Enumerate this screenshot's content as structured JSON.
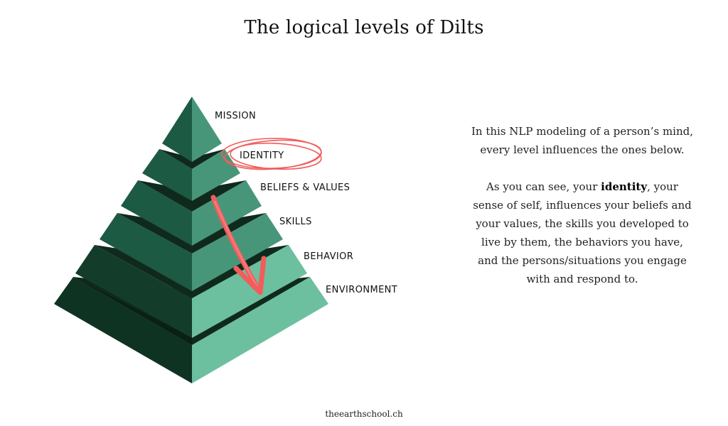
{
  "title": "The logical levels of Dilts",
  "levels": [
    {
      "label": "MISSION"
    },
    {
      "label": "IDENTITY"
    },
    {
      "label": "BELIEFS & VALUES"
    },
    {
      "label": "SKILLS"
    },
    {
      "label": "BEHAVIOR"
    },
    {
      "label": "ENVIRONMENT"
    }
  ],
  "description": {
    "paragraph1": "In this NLP modeling of a person’s mind, every level influences the ones below.",
    "paragraph2_before": "As you can see, your ",
    "paragraph2_bold": "identity",
    "paragraph2_after": ", your sense of self, influences your beliefs and your values, the skills you developed to live by them, the behaviors you have, and the persons/situations you engage with and respond to."
  },
  "footer": "theearthschool.ch",
  "colors": {
    "left_face": "#1c5a43",
    "right_face": "#48967a",
    "right_face_light": "#6cc09f",
    "band_dark": "#0f2a1d",
    "highlight": "#f25c5c"
  }
}
